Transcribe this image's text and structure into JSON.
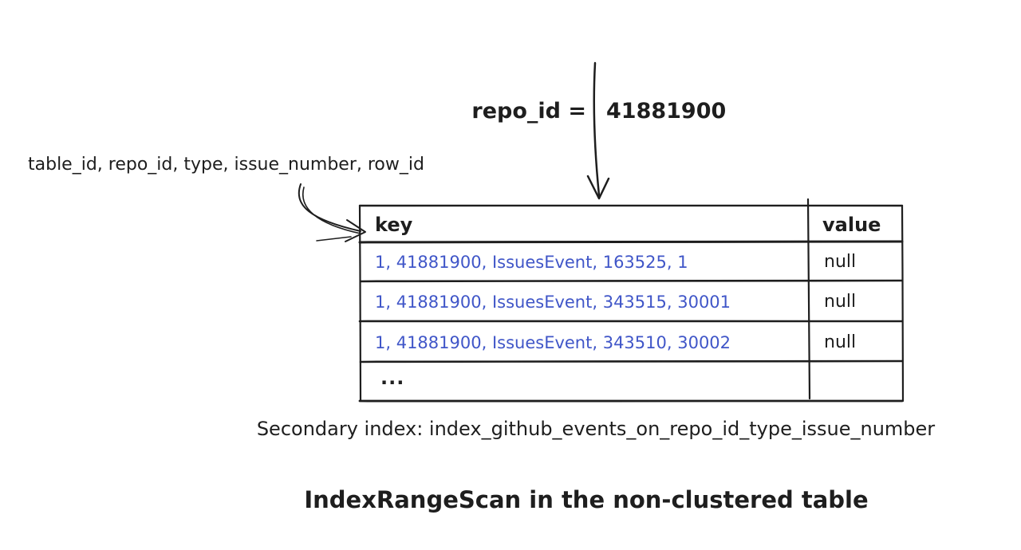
{
  "diagram": {
    "title": "IndexRangeScan in the non-clustered table",
    "caption": "Secondary index: index_github_events_on_repo_id_type_issue_number"
  },
  "annotations": {
    "index_columns_label": "table_id, repo_id, type, issue_number, row_id",
    "filter_lhs": "repo_id =",
    "filter_value": "41881900"
  },
  "index_table": {
    "columns": [
      "key",
      "value"
    ],
    "rows": [
      {
        "key": "1, 41881900, IssuesEvent, 163525, 1",
        "value": "null"
      },
      {
        "key": "1, 41881900, IssuesEvent, 343515, 30001",
        "value": "null"
      },
      {
        "key": "1, 41881900, IssuesEvent, 343510, 30002",
        "value": "null"
      },
      {
        "key": "...",
        "value": ""
      }
    ]
  },
  "colors": {
    "ink": "#1e1e1e",
    "key_text": "#4056c8",
    "background": "#ffffff"
  }
}
